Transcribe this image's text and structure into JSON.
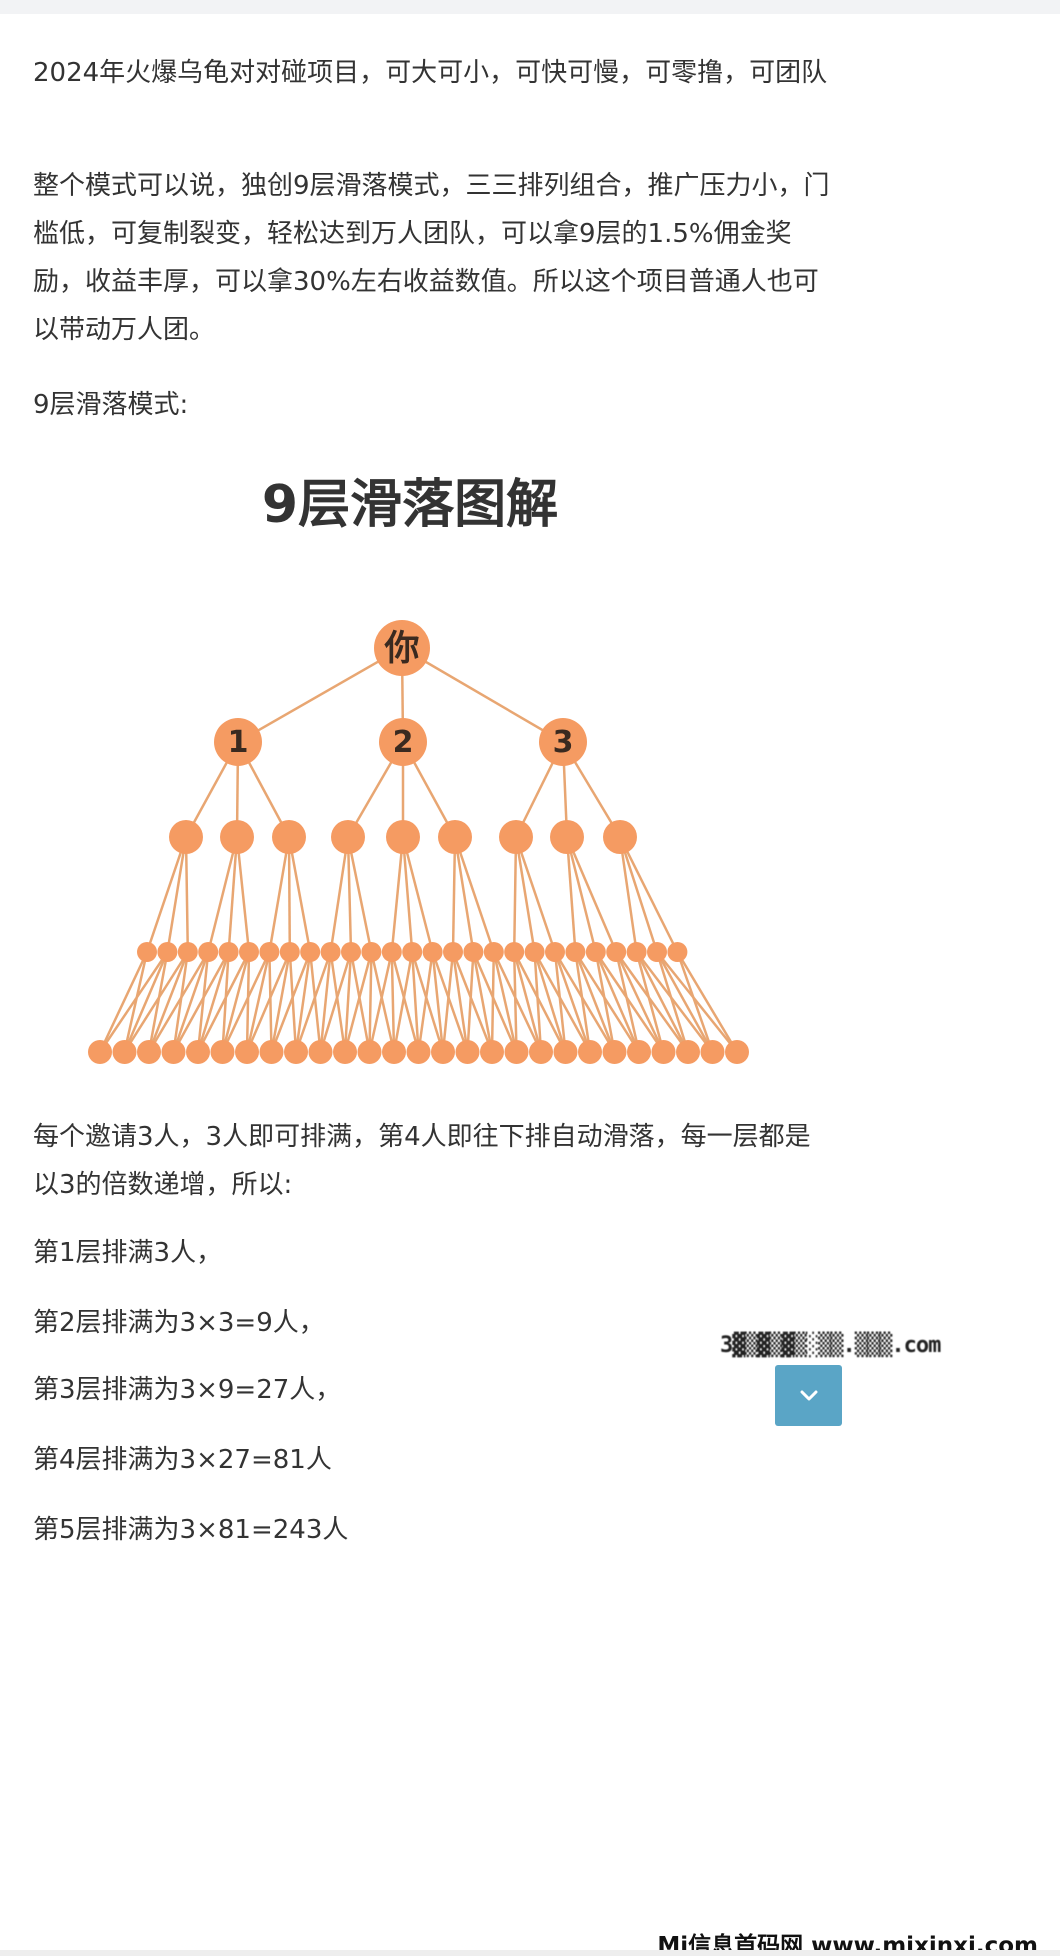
{
  "article": {
    "paragraphs": [
      "2024年火爆乌龟对对碰项目，可大可小，可快可慢，可零撸，可团队",
      "整个模式可以说，独创9层滑落模式，三三排列组合，推广压力小，门槛低，可复制裂变，轻松达到万人团队，可以拿9层的1.5%佣金奖励，收益丰厚，可以拿30%左右收益数值。所以这个项目普通人也可以带动万人团。",
      "9层滑落模式:"
    ],
    "diagram": {
      "title": "9层滑落图解",
      "root_label": "你",
      "level1_labels": [
        "1",
        "2",
        "3"
      ],
      "node_color": "#f59b62",
      "line_color": "#e8a672"
    },
    "after_paragraphs": [
      "每个邀请3人，3人即可排满，第4人即往下排自动滑落，每一层都是以3的倍数递增，所以:",
      "第1层排满3人，",
      "第2层排满为3×3=9人，",
      "第3层排满为3×9=27人，",
      "第4层排满为3×27=81人",
      "第5层排满为3×81=243人"
    ]
  },
  "watermark_site": "Mi信息首码网 www.mixinxi.com",
  "scroll_button": {
    "icon": "chevron-down-icon",
    "color": "#5aa5c6"
  }
}
